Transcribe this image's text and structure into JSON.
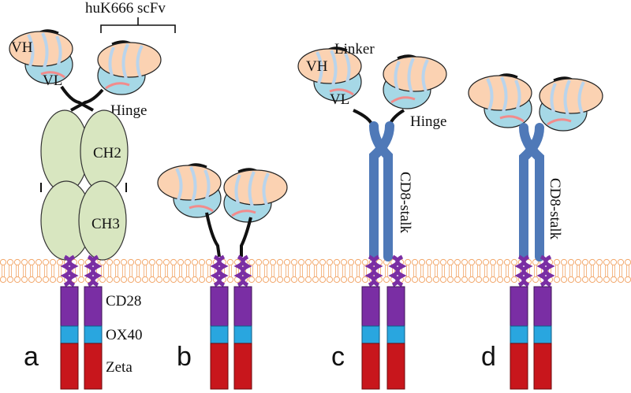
{
  "labels": {
    "scfv": "huK666 scFv",
    "vh": "VH",
    "vl": "VL",
    "hinge": "Hinge",
    "ch2": "CH2",
    "ch3": "CH3",
    "cd28": "CD28",
    "ox40": "OX40",
    "zeta": "Zeta",
    "linker": "Linker",
    "cd8_stalk": "CD8-stalk"
  },
  "panels": [
    "a",
    "b",
    "c",
    "d"
  ],
  "colors": {
    "vh": "#fbd2b2",
    "vl": "#a6d8e6",
    "hinge": "#111111",
    "ch": "#d8e6c0",
    "stalk": "#4f79b8",
    "cd28": "#7a2ea4",
    "ox40": "#29a6df",
    "zeta": "#c8161c",
    "membrane": "#f2a76a"
  }
}
